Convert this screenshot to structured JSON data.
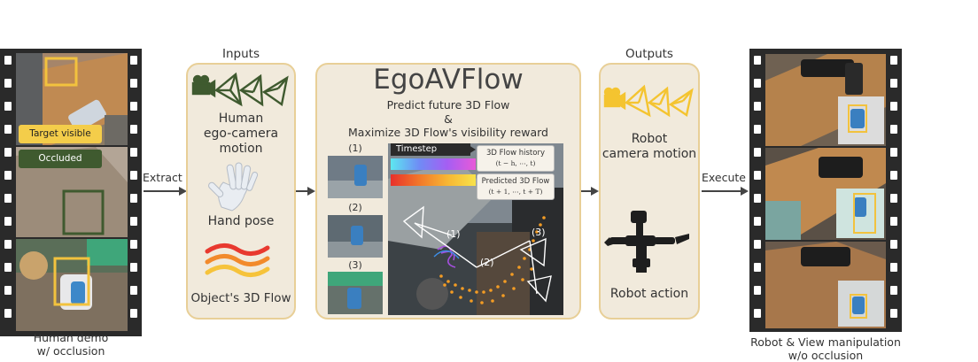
{
  "left_film": {
    "badge_visible": "Target visible",
    "badge_occluded": "Occluded",
    "caption_line1": "Human demo",
    "caption_line2": "w/ occlusion"
  },
  "arrows": {
    "extract": "Extract",
    "execute": "Execute"
  },
  "inputs": {
    "title": "Inputs",
    "camera_line1": "Human",
    "camera_line2": "ego-camera",
    "camera_line3": "motion",
    "hand_pose": "Hand pose",
    "object_flow": "Object's 3D Flow"
  },
  "center": {
    "title": "EgoAVFlow",
    "line1": "Predict future 3D Flow",
    "line2": "&",
    "line3": "Maximize 3D Flow's visibility reward",
    "frame_labels": [
      "(1)",
      "(2)",
      "(3)"
    ],
    "timestep": "Timestep",
    "history_label": "3D Flow history",
    "history_range": "(t − h, ⋯, t)",
    "predicted_label": "Predicted 3D Flow",
    "predicted_range": "(t + 1, ⋯, t + T)",
    "scene_markers": [
      "(1)",
      "(2)",
      "(3)"
    ]
  },
  "outputs": {
    "title": "Outputs",
    "camera_line1": "Robot",
    "camera_line2": "camera motion",
    "robot_action": "Robot action"
  },
  "right_film": {
    "caption_line1": "Robot & View manipulation",
    "caption_line2": "w/o occlusion"
  },
  "colors": {
    "panel_fill": "#f1eadc",
    "panel_border": "#e8cf97",
    "target_box": "#f2c23e",
    "occluded_box": "#3f5a2f",
    "human_camera": "#3f5a2f",
    "robot_camera": "#f4c430"
  }
}
